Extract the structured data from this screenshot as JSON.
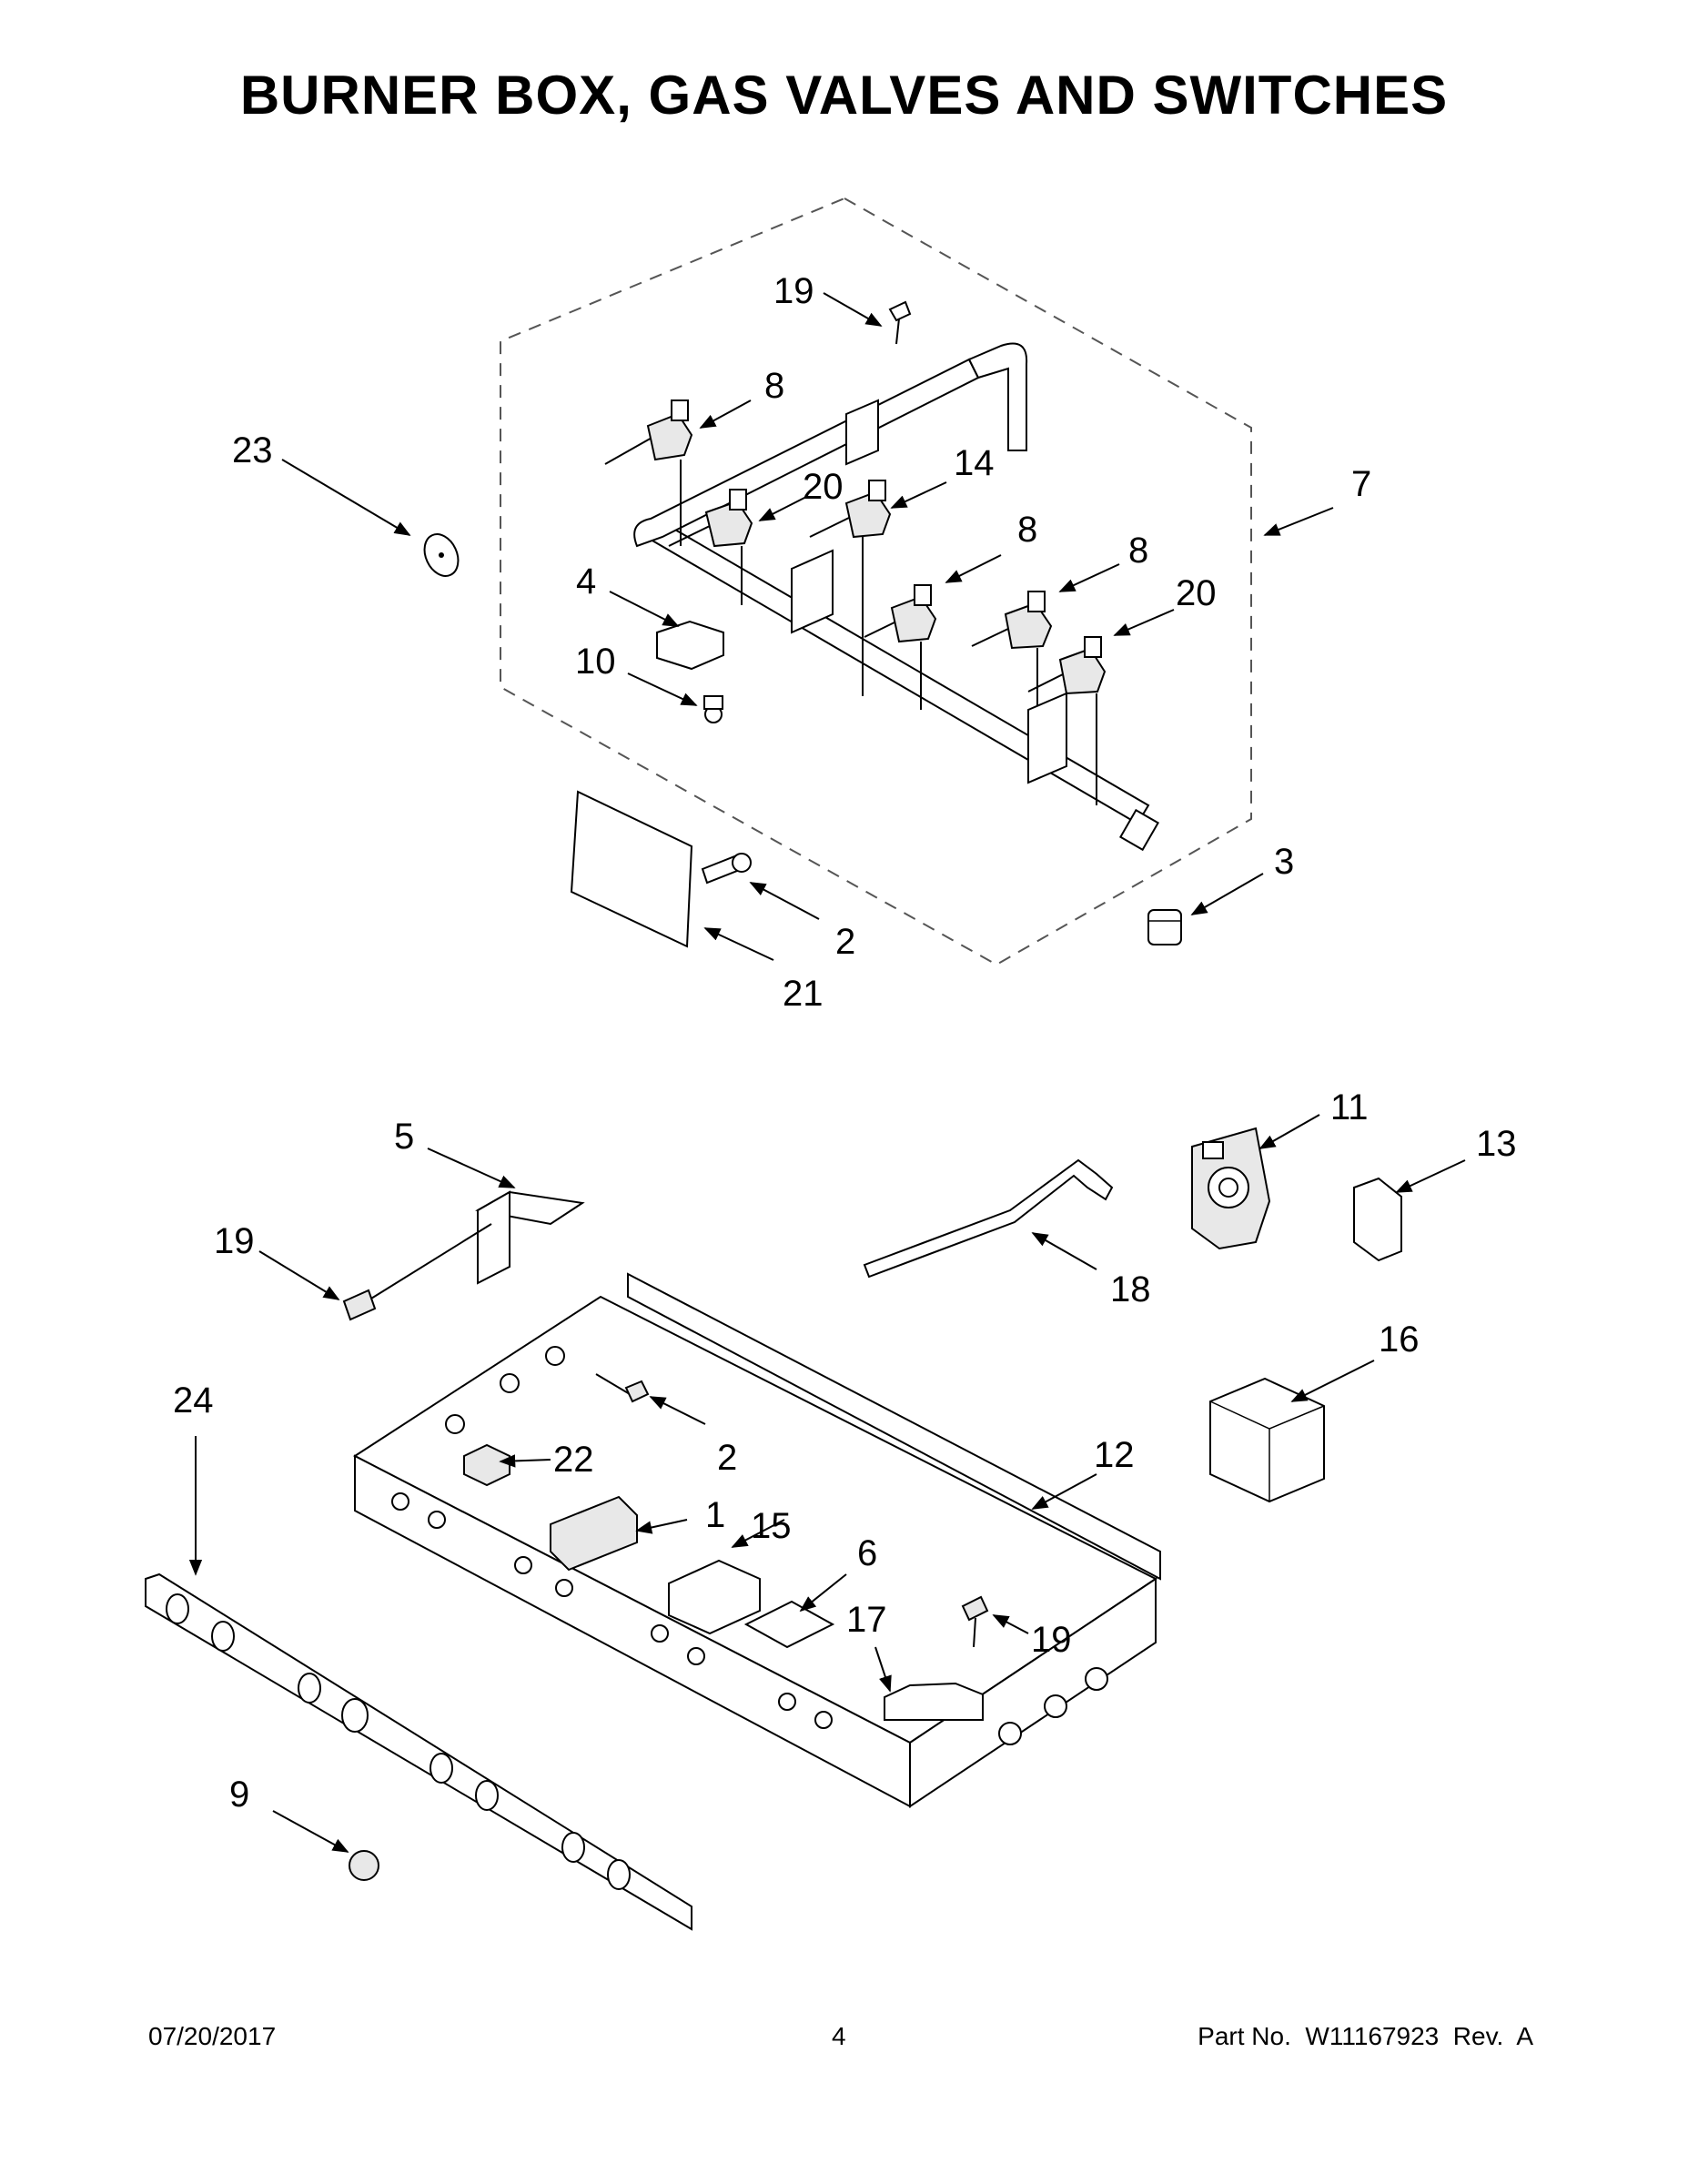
{
  "title": "BURNER BOX, GAS VALVES AND SWITCHES",
  "footer": {
    "date": "07/20/2017",
    "page": "4",
    "part_no": "Part No.  W11167923  Rev.  A"
  },
  "callouts": {
    "c19a": "19",
    "c8a": "8",
    "c23": "23",
    "c14": "14",
    "c20a": "20",
    "c7": "7",
    "c4": "4",
    "c8b": "8",
    "c8c": "8",
    "c20b": "20",
    "c10": "10",
    "c3": "3",
    "c2a": "2",
    "c21": "21",
    "c11": "11",
    "c5": "5",
    "c13": "13",
    "c19b": "19",
    "c18": "18",
    "c16": "16",
    "c24": "24",
    "c2b": "2",
    "c12": "12",
    "c22": "22",
    "c1": "1",
    "c15": "15",
    "c6": "6",
    "c17": "17",
    "c19c": "19",
    "c9": "9"
  }
}
